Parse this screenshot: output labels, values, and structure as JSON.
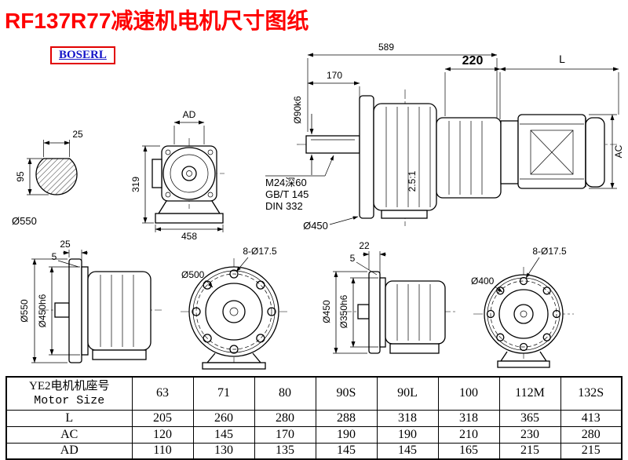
{
  "page": {
    "title": "RF137R77减速机电机尺寸图纸",
    "logo": "BOSERL"
  },
  "dims": {
    "section": {
      "key_width": "25",
      "height": "95",
      "flange": "Ø550"
    },
    "front_top": {
      "ad": "AD",
      "h": "319",
      "w": "458"
    },
    "main": {
      "total": "589",
      "shaft_len": "170",
      "d220": "220",
      "L": "L",
      "shaft_dia": "Ø90k6",
      "ac": "AC",
      "tap": "M24深60",
      "std1": "GB/T 145",
      "std2": "DIN 332",
      "taper": "2.5:1",
      "flange": "Ø450"
    },
    "side_big": {
      "t25": "25",
      "t5": "5",
      "outer": "Ø550",
      "spigot": "Ø450h6"
    },
    "front_big": {
      "holes": "8-Ø17.5",
      "bc": "Ø500"
    },
    "side_small": {
      "t22": "22",
      "t5": "5",
      "outer": "Ø450",
      "spigot": "Ø350h6"
    },
    "front_small": {
      "holes": "8-Ø17.5",
      "bc": "Ø400"
    }
  },
  "table": {
    "header_cn": "YE2电机机座号",
    "header_en": "Motor Size",
    "sizes": [
      "63",
      "71",
      "80",
      "90S",
      "90L",
      "100",
      "112M",
      "132S"
    ],
    "rows": [
      {
        "label": "L",
        "values": [
          "205",
          "260",
          "280",
          "288",
          "318",
          "318",
          "365",
          "413"
        ]
      },
      {
        "label": "AC",
        "values": [
          "120",
          "145",
          "170",
          "190",
          "190",
          "210",
          "230",
          "280"
        ]
      },
      {
        "label": "AD",
        "values": [
          "110",
          "130",
          "135",
          "145",
          "145",
          "165",
          "215",
          "215"
        ]
      }
    ]
  }
}
